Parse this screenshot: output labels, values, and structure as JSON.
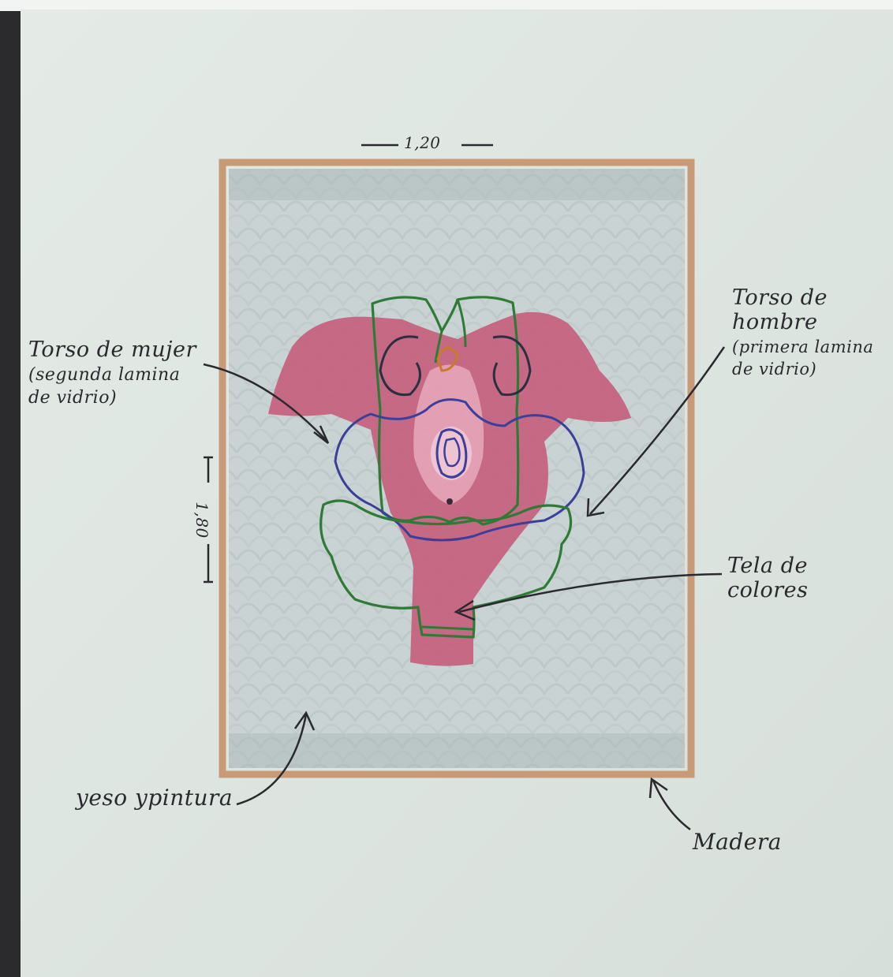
{
  "labels": {
    "width": "1,20",
    "height": "1,80",
    "woman_torso": [
      "Torso de mujer",
      "(segunda lamina",
      "de vidrio)"
    ],
    "man_torso": [
      "Torso de",
      "hombre",
      "(primera lamina",
      "de vidrio)"
    ],
    "fabric": [
      "Tela de",
      "colores"
    ],
    "plaster": "yeso ypintura",
    "wood": "Madera"
  },
  "colors": {
    "paper": "#dfe6e2",
    "frame_wood": "#c99a78",
    "plaster_wash": "#c9d3d3",
    "torso_pink": "#c4607e",
    "outline_green": "#2f7a37",
    "outline_blue": "#3b3f9a",
    "ink": "#2a2a2e"
  }
}
